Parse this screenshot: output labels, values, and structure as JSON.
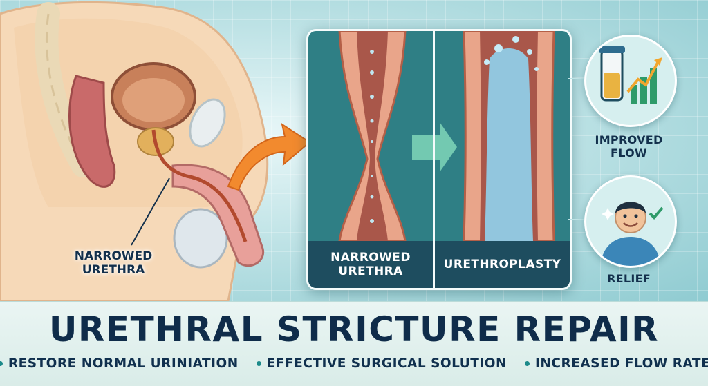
{
  "title": "URETHRAL STRICTURE REPAIR",
  "bullets": [
    "RESTORE NORMAL URINIATION",
    "EFFECTIVE SURGICAL SOLUTION",
    "INCREASED FLOW RATE"
  ],
  "callout": {
    "line1": "NARROWED",
    "line2": "URETHRA"
  },
  "panel": {
    "left_caption_line1": "NARROWED",
    "left_caption_line2": "URETHRA",
    "right_caption": "URETHROPLASTY"
  },
  "benefits": [
    {
      "label": "IMPROVED FLOW",
      "icon": "flow-chart-icon"
    },
    {
      "label": "RELIEF",
      "icon": "smiling-person-icon"
    }
  ],
  "colors": {
    "title": "#0f2c4a",
    "accent_arrow": "#f28a2e",
    "panel": "#2f7f85",
    "caption_bg": "#1e4d5f"
  }
}
